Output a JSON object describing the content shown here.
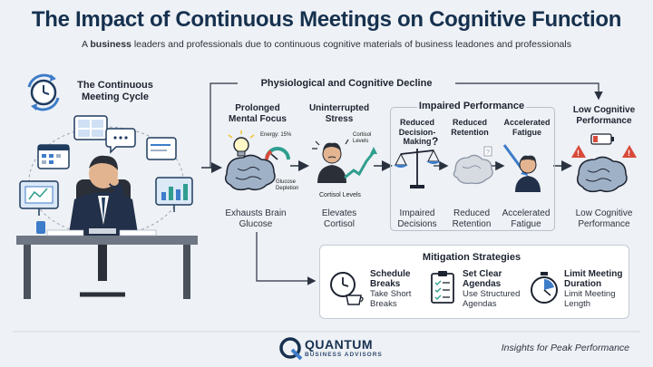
{
  "header": {
    "title": "The Impact of Continuous Meetings on Cognitive Function",
    "subtitle_pre": "A ",
    "subtitle_bold": "business",
    "subtitle_post": " leaders and professionals due to continuous cognitive materials of business leadones and professionals"
  },
  "cycle": {
    "title_line1": "The Continuous",
    "title_line2": "Meeting Cycle"
  },
  "decline": {
    "section_title": "Physiological and Cognitive Decline",
    "focus": {
      "title_line1": "Prolonged",
      "title_line2": "Mental Focus",
      "energy_label": "Energy: 15%",
      "glucose_label_1": "Glucose",
      "glucose_label_2": "Depletion",
      "caption_line1": "Exhausts Brain",
      "caption_line2": "Glucose"
    },
    "stress": {
      "title_line1": "Uninterrupted",
      "title_line2": "Stress",
      "cortisol_label_1": "Cortisol",
      "cortisol_label_2": "Levels",
      "cortisol_axis": "Cortisol Levels",
      "caption_line1": "Elevates",
      "caption_line2": "Cortisol"
    },
    "impaired": {
      "section_title": "Impaired Performance",
      "items": [
        {
          "title_line1": "Reduced",
          "title_line2": "Decision-Making",
          "caption_line1": "Impaired",
          "caption_line2": "Decisions"
        },
        {
          "title_line1": "Reduced",
          "title_line2": "Retention",
          "caption_line1": "Reduced",
          "caption_line2": "Retention"
        },
        {
          "title_line1": "Accelerated",
          "title_line2": "Fatigue",
          "caption_line1": "Accelerated",
          "caption_line2": "Fatigue"
        }
      ]
    },
    "outcome": {
      "title_line1": "Low Cognitive",
      "title_line2": "Performance",
      "caption_line1": "Low Cognitive",
      "caption_line2": "Performance"
    }
  },
  "mitigation": {
    "title": "Mitigation Strategies",
    "items": [
      {
        "title_line1": "Schedule",
        "title_line2": "Breaks",
        "sub_line1": "Take Short",
        "sub_line2": "Breaks"
      },
      {
        "title_line1": "Set Clear",
        "title_line2": "Agendas",
        "sub_line1": "Use Structured",
        "sub_line2": "Agendas"
      },
      {
        "title_line1": "Limit Meeting",
        "title_line2": "Duration",
        "sub_line1": "Limit Meeting",
        "sub_line2": "Length"
      }
    ]
  },
  "footer": {
    "logo_name": "QUANTUM",
    "logo_sub": "BUSINESS ADVISORS",
    "tagline": "Insights for Peak Performance"
  },
  "colors": {
    "navy": "#16314f",
    "brain": "#9fb1c6",
    "accent_blue": "#3d7cc9",
    "teal": "#2f9e8f",
    "red": "#d84a3a",
    "yellow": "#f2c230",
    "background": "#eef1f5"
  }
}
